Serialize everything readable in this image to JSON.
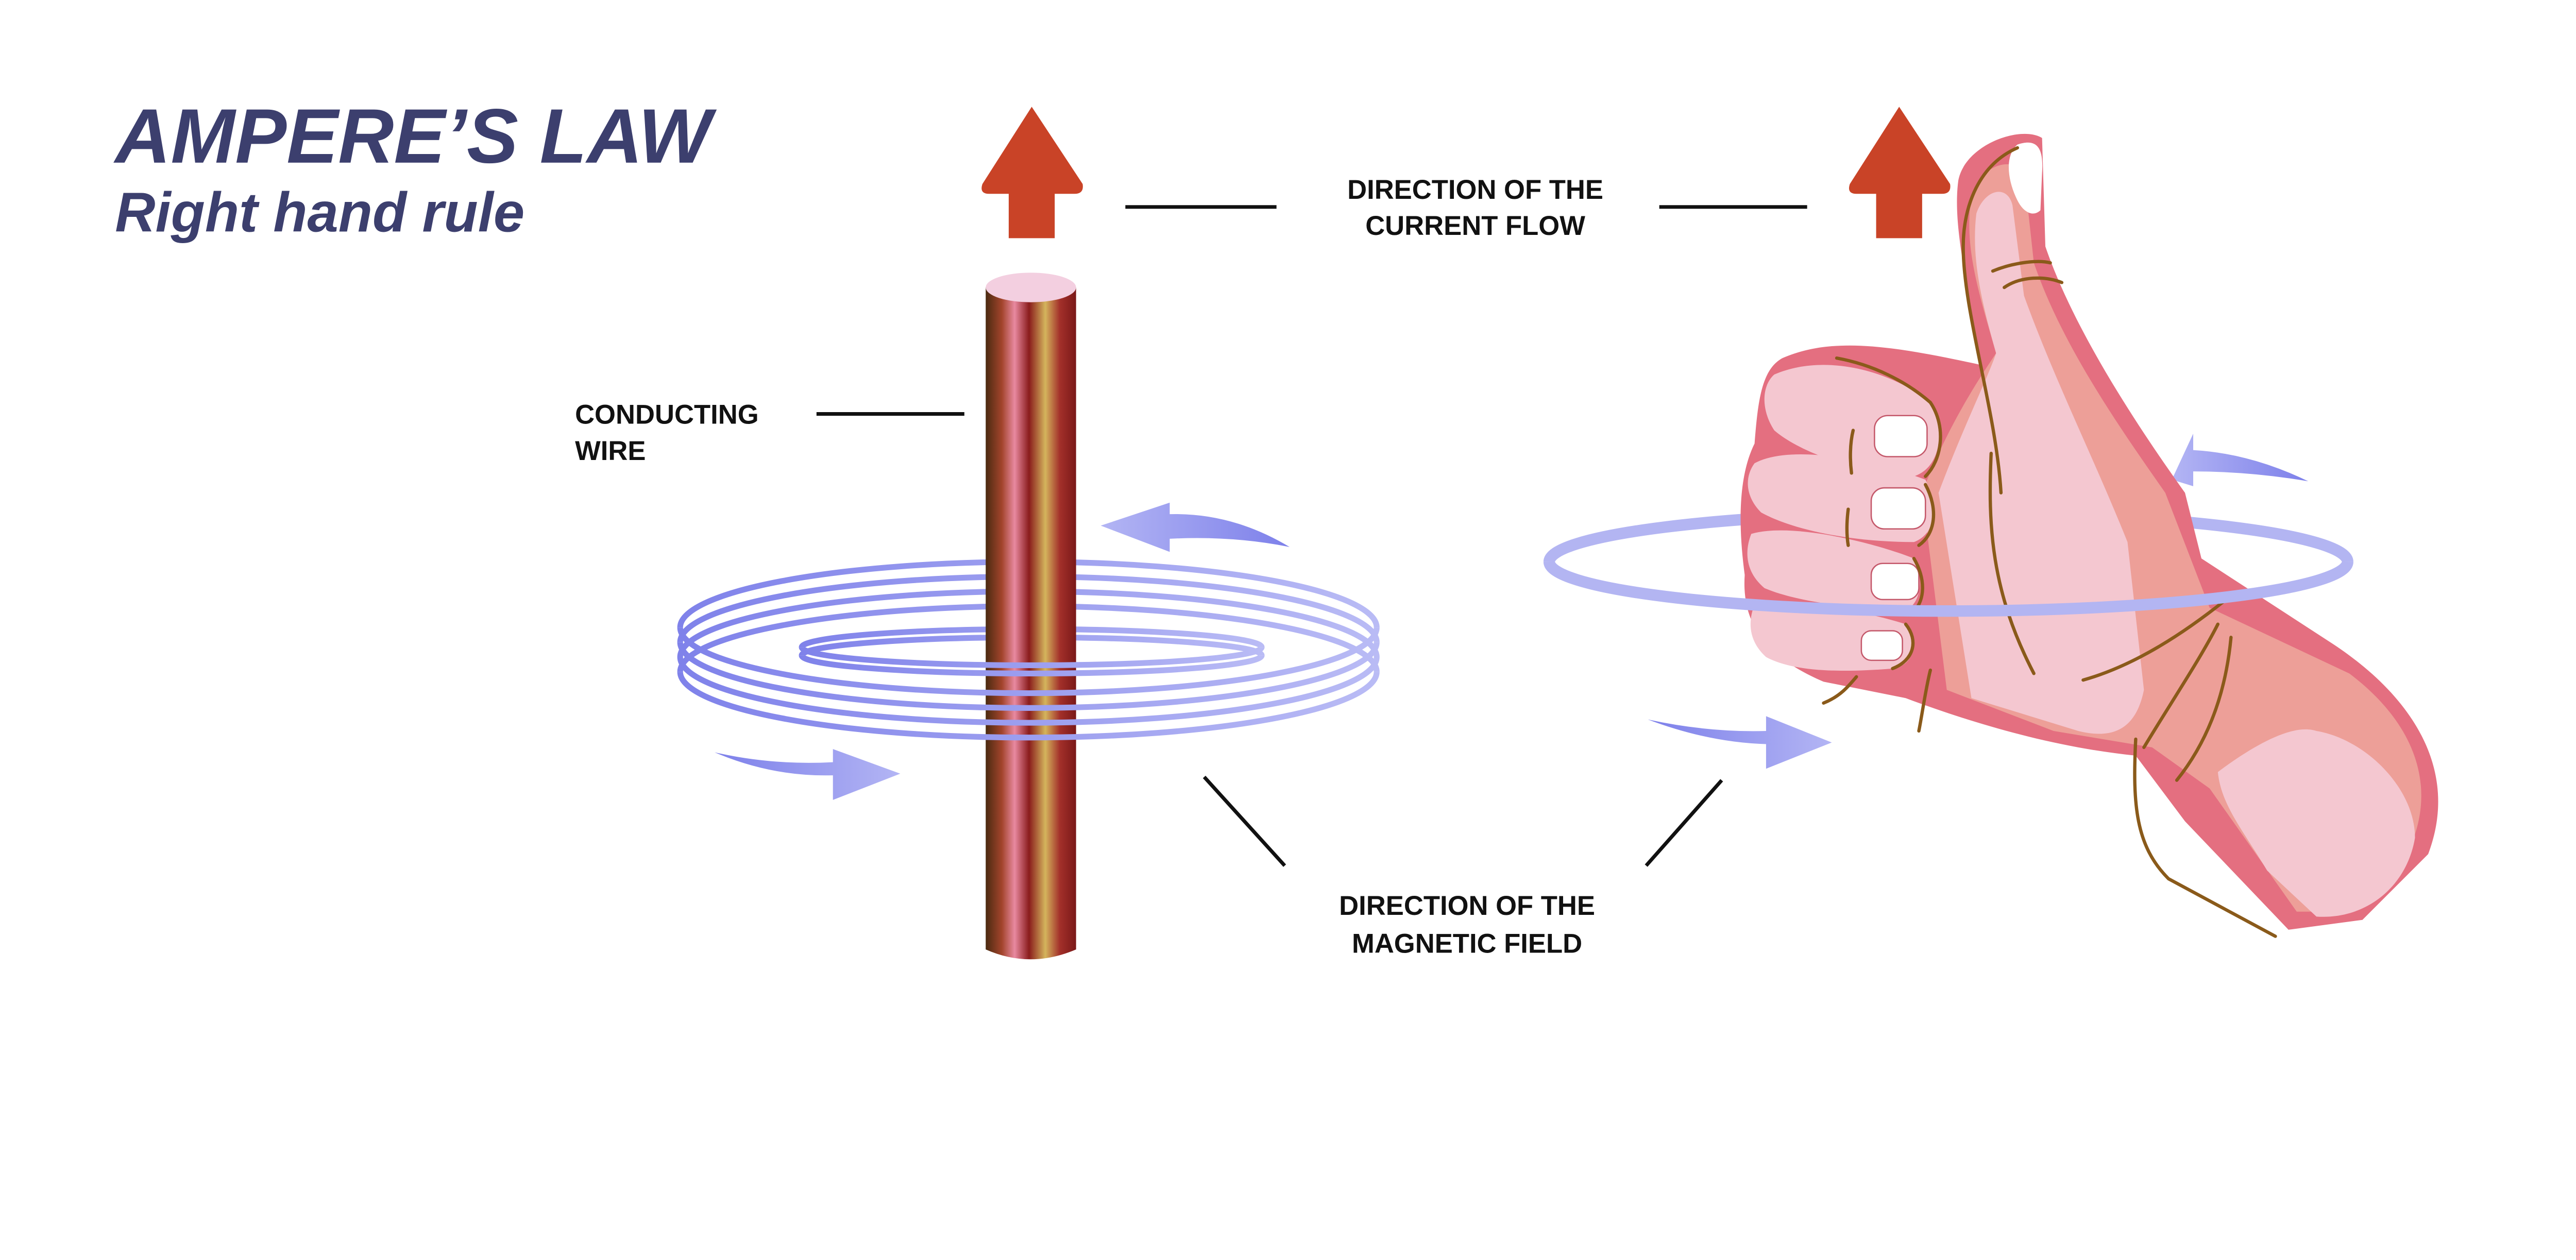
{
  "title": "AMPERE’S LAW",
  "subtitle": "Right hand rule",
  "labels": {
    "current_line1": "DIRECTION OF THE",
    "current_line2": "CURRENT FLOW",
    "wire_line1": "CONDUCTING",
    "wire_line2": "WIRE",
    "field_line1": "DIRECTION OF THE",
    "field_line2": "MAGNETIC FIELD"
  },
  "colors": {
    "title": "#3c3f6e",
    "current_arrow": "#c94327",
    "field": "#8a8ef0",
    "hand_dark": "#e46f80",
    "hand_mid": "#ed9f98",
    "hand_light": "#f4c7d0",
    "crease": "#8a5a1a"
  }
}
